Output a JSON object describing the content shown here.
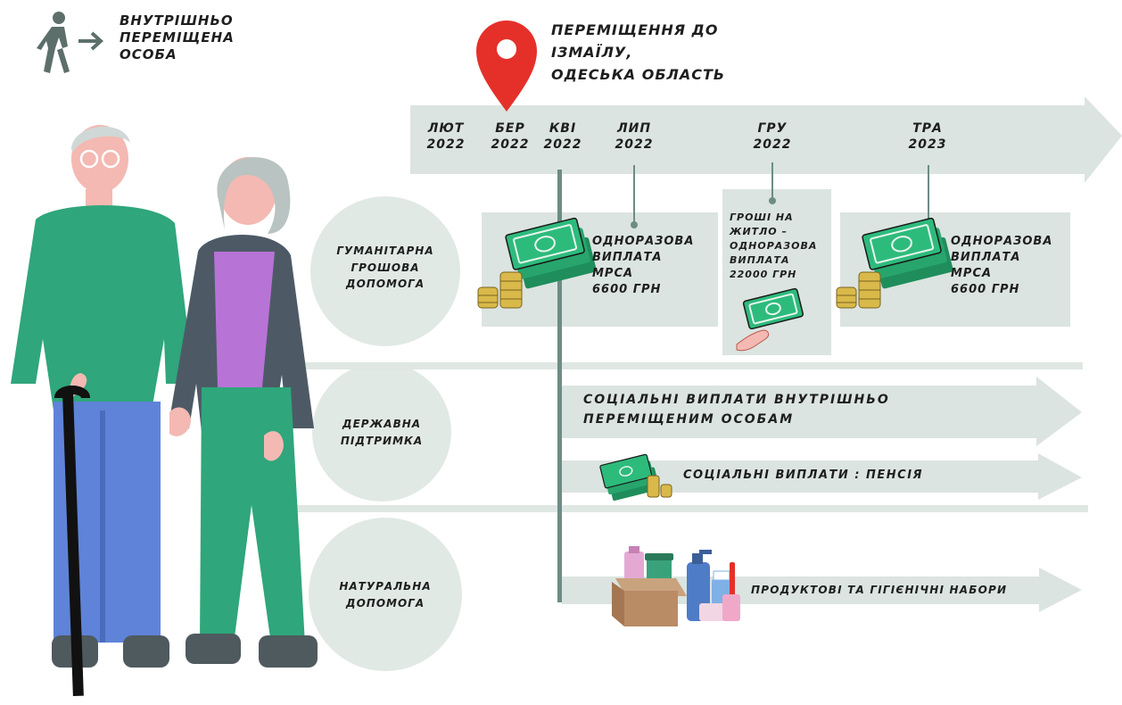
{
  "header": {
    "idp_lines": [
      "ВНУТРІШНЬО",
      "ПЕРЕМІЩЕНА",
      "ОСОБА"
    ],
    "relocation_lines": [
      "ПЕРЕМІЩЕННЯ ДО",
      "ІЗМАЇЛУ,",
      "ОДЕСЬКА ОБЛАСТЬ"
    ]
  },
  "timeline": {
    "ticks": [
      {
        "month": "ЛЮТ",
        "year": "2022"
      },
      {
        "month": "БЕР",
        "year": "2022"
      },
      {
        "month": "КВІ",
        "year": "2022"
      },
      {
        "month": "ЛИП",
        "year": "2022"
      },
      {
        "month": "ГРУ",
        "year": "2022"
      },
      {
        "month": "ТРА",
        "year": "2023"
      }
    ]
  },
  "categories": {
    "humanitarian": [
      "ГУМАНІТАРНА",
      "ГРОШОВА",
      "ДОПОМОГА"
    ],
    "state": [
      "ДЕРЖАВНА",
      "ПІДТРИМКА"
    ],
    "in_kind": [
      "НАТУРАЛЬНА",
      "ДОПОМОГА"
    ]
  },
  "boxes": {
    "mpca_1": [
      "ОДНОРАЗОВА",
      "ВИПЛАТА",
      "МРСА",
      "6600 ГРН"
    ],
    "housing": [
      "ГРОШІ НА",
      "ЖИТЛО –",
      "ОДНОРАЗОВА",
      "ВИПЛАТА",
      "22000 ГРН"
    ],
    "mpca_2": [
      "ОДНОРАЗОВА",
      "ВИПЛАТА",
      "МРСА",
      "6600 ГРН"
    ]
  },
  "arrows": {
    "idp_payments": [
      "СОЦІАЛЬНІ ВИПЛАТИ ВНУТРІШНЬО",
      "ПЕРЕМІЩЕНИМ ОСОБАМ"
    ],
    "pension": "СОЦІАЛЬНІ ВИПЛАТИ : ПЕНСІЯ",
    "kits": "ПРОДУКТОВІ ТА ГІГІЄНІЧНІ НАБОРИ"
  },
  "icons": {
    "idp": "walking-person-arrow-icon",
    "pin": "location-pin-icon",
    "cash": "banknote-stack-icon",
    "coins": "coin-stack-icon",
    "hand_cash": "hand-with-banknote-icon",
    "kit": "food-hygiene-kit-icon"
  },
  "colors": {
    "band": "#dbe4e0",
    "circle": "#e1e9e5",
    "cash_green": "#2dbb7c",
    "coin_gold": "#d9b94a",
    "pin_red": "#e5302a",
    "text": "#1e1e1e"
  }
}
